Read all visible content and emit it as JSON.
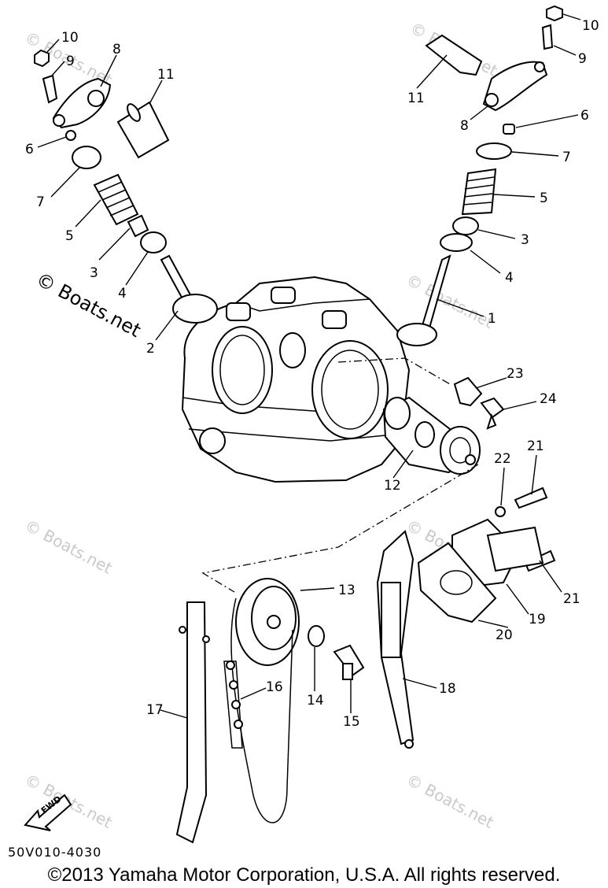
{
  "callouts": [
    {
      "id": "c10l",
      "text": "10"
    },
    {
      "id": "c9l",
      "text": "9"
    },
    {
      "id": "c8l",
      "text": "8"
    },
    {
      "id": "c11l",
      "text": "11"
    },
    {
      "id": "c6l",
      "text": "6"
    },
    {
      "id": "c7l",
      "text": "7"
    },
    {
      "id": "c5l",
      "text": "5"
    },
    {
      "id": "c3l",
      "text": "3"
    },
    {
      "id": "c4l",
      "text": "4"
    },
    {
      "id": "c2",
      "text": "2"
    },
    {
      "id": "c10r",
      "text": "10"
    },
    {
      "id": "c9r",
      "text": "9"
    },
    {
      "id": "c11r",
      "text": "11"
    },
    {
      "id": "c8r",
      "text": "8"
    },
    {
      "id": "c6r",
      "text": "6"
    },
    {
      "id": "c7r",
      "text": "7"
    },
    {
      "id": "c5r",
      "text": "5"
    },
    {
      "id": "c3r",
      "text": "3"
    },
    {
      "id": "c4r",
      "text": "4"
    },
    {
      "id": "c1",
      "text": "1"
    },
    {
      "id": "c23",
      "text": "23"
    },
    {
      "id": "c24",
      "text": "24"
    },
    {
      "id": "c12",
      "text": "12"
    },
    {
      "id": "c22",
      "text": "22"
    },
    {
      "id": "c21a",
      "text": "21"
    },
    {
      "id": "c21b",
      "text": "21"
    },
    {
      "id": "c19",
      "text": "19"
    },
    {
      "id": "c20",
      "text": "20"
    },
    {
      "id": "c13",
      "text": "13"
    },
    {
      "id": "c14",
      "text": "14"
    },
    {
      "id": "c15",
      "text": "15"
    },
    {
      "id": "c16",
      "text": "16"
    },
    {
      "id": "c17",
      "text": "17"
    },
    {
      "id": "c18",
      "text": "18"
    }
  ],
  "watermark": {
    "text": "© Boats.net",
    "prominent": "© Boats.net"
  },
  "fwd_label": "FWD",
  "diagram_code": "50V010-4030",
  "copyright": "©2013 Yamaha Motor Corporation, U.S.A. All rights reserved."
}
